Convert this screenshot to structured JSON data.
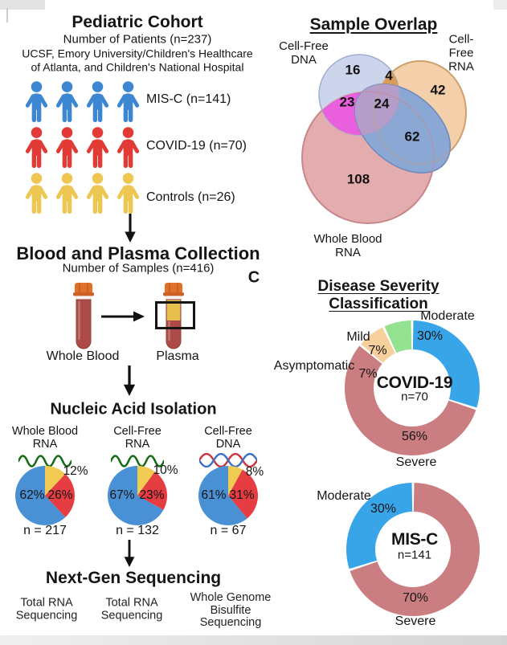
{
  "cohort": {
    "title": "Pediatric Cohort",
    "subtitle": "Number of Patients (n=237)",
    "sites": "UCSF, Emory University/Children's Healthcare\nof Atlanta, and Children's National Hospital",
    "groups": [
      {
        "label": "MIS-C (n=141)",
        "color": "#3c86d2"
      },
      {
        "label": "COVID-19 (n=70)",
        "color": "#e23a35"
      },
      {
        "label": "Controls (n=26)",
        "color": "#eec753"
      }
    ]
  },
  "collection": {
    "title": "Blood and Plasma Collection",
    "subtitle": "Number of Samples (n=416)",
    "whole_blood_label": "Whole Blood",
    "plasma_label": "Plasma"
  },
  "isolation": {
    "title": "Nucleic Acid Isolation"
  },
  "sequencing": {
    "title": "Next-Gen Sequencing",
    "methods": [
      "Total RNA\nSequencing",
      "Total RNA\nSequencing",
      "Whole Genome\nBisulfite\nSequencing"
    ]
  },
  "venn": {
    "title": "Sample Overlap",
    "labels": {
      "cfdna": "Cell-Free\nDNA",
      "cfrna": "Cell-Free\nRNA",
      "wbrna": "Whole Blood\nRNA"
    },
    "colors": {
      "cfdna_fill": "#ccd5eb",
      "cfrna_fill": "#f3cda5",
      "wbrna_fill": "#e3adb0",
      "cfdna_wbrna_overlap": "#e95fde",
      "cfrna_wbrna_overlap": "#8ba7d4",
      "all_three_overlap": "#b49dc9",
      "cfdna_cfrna_overlap": "#d89c58"
    }
  },
  "severity": {
    "panel_label": "C",
    "title": "Disease Severity Classification"
  },
  "chart_data": [
    {
      "type": "venn",
      "title": "Sample Overlap",
      "sets": [
        "Cell-Free DNA",
        "Cell-Free RNA",
        "Whole Blood RNA"
      ],
      "regions": {
        "cfdna_only": 16,
        "cfdna_cfrna": 4,
        "cfrna_only": 42,
        "cfdna_wbrna": 23,
        "all_three": 24,
        "cfrna_wbrna": 62,
        "wbrna_only": 108
      }
    },
    {
      "type": "pie",
      "title": "Whole Blood\nRNA",
      "n": 217,
      "n_label": "n = 217",
      "slices": [
        {
          "label": "12%",
          "value": 12,
          "color": "#f2cc52"
        },
        {
          "label": "26%",
          "value": 26,
          "color": "#e63d42"
        },
        {
          "label": "62%",
          "value": 62,
          "color": "#4a90d4"
        }
      ]
    },
    {
      "type": "pie",
      "title": "Cell-Free\nRNA",
      "n": 132,
      "n_label": "n = 132",
      "slices": [
        {
          "label": "10%",
          "value": 10,
          "color": "#f2cc52"
        },
        {
          "label": "23%",
          "value": 23,
          "color": "#e63d42"
        },
        {
          "label": "67%",
          "value": 67,
          "color": "#4a90d4"
        }
      ]
    },
    {
      "type": "pie",
      "title": "Cell-Free\nDNA",
      "n": 67,
      "n_label": "n = 67",
      "slices": [
        {
          "label": "8%",
          "value": 8,
          "color": "#f2cc52"
        },
        {
          "label": "31%",
          "value": 31,
          "color": "#e63d42"
        },
        {
          "label": "61%",
          "value": 61,
          "color": "#4a90d4"
        }
      ]
    },
    {
      "type": "donut",
      "center_label": "COVID-19",
      "center_sub": "n=70",
      "segments": [
        {
          "label": "Moderate",
          "pct": 30,
          "pct_label": "30%",
          "color": "#38a5e9"
        },
        {
          "label": "Severe",
          "pct": 56,
          "pct_label": "56%",
          "color": "#cb7e81"
        },
        {
          "label": "Asymptomatic",
          "pct": 7,
          "pct_label": "7%",
          "color": "#f8d09e"
        },
        {
          "label": "Mild",
          "pct": 7,
          "pct_label": "7%",
          "color": "#92e28f"
        }
      ]
    },
    {
      "type": "donut",
      "center_label": "MIS-C",
      "center_sub": "n=141",
      "segments": [
        {
          "label": "Severe",
          "pct": 70,
          "pct_label": "70%",
          "color": "#cb7e81"
        },
        {
          "label": "Moderate",
          "pct": 30,
          "pct_label": "30%",
          "color": "#38a5e9"
        }
      ]
    }
  ]
}
